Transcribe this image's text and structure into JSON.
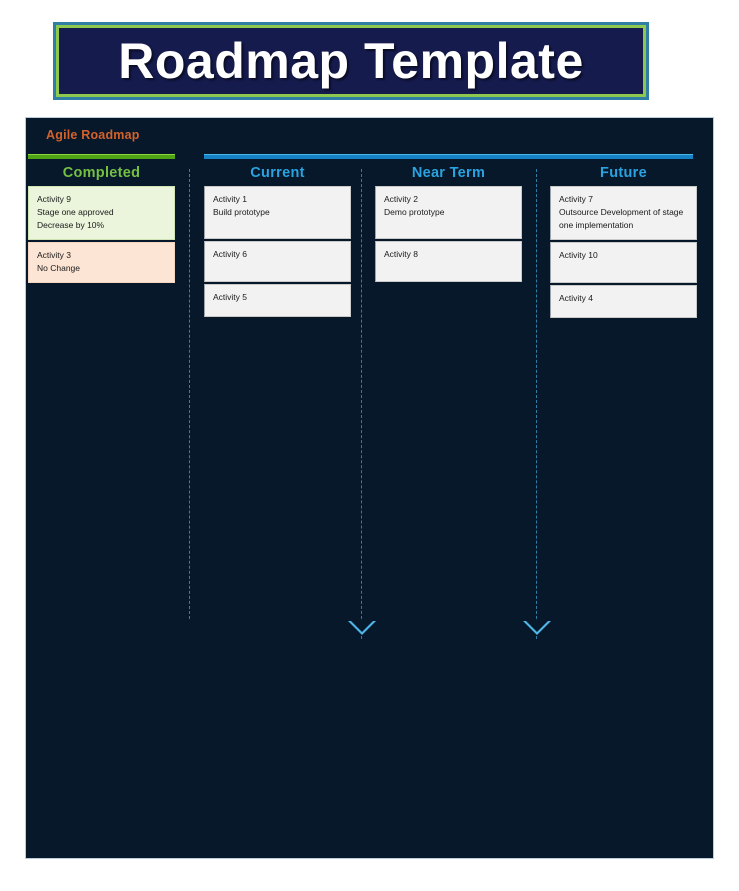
{
  "title": {
    "text": "Roadmap Template"
  },
  "board": {
    "label": "Agile Roadmap",
    "columns": [
      {
        "id": "completed",
        "header": "Completed",
        "accent": "#74c043",
        "cards": [
          {
            "style": "green",
            "lines": [
              "Activity 9",
              "Stage one approved",
              "Decrease by 10%"
            ]
          },
          {
            "style": "peach",
            "lines": [
              "Activity 3",
              "No Change"
            ]
          }
        ]
      },
      {
        "id": "current",
        "header": "Current",
        "accent": "#2aa3e0",
        "cards": [
          {
            "style": "plain",
            "lines": [
              "Activity 1",
              "Build prototype"
            ]
          },
          {
            "style": "plain",
            "lines": [
              "Activity 6"
            ]
          },
          {
            "style": "plain",
            "lines": [
              "Activity 5"
            ]
          }
        ]
      },
      {
        "id": "nearterm",
        "header": "Near Term",
        "accent": "#2aa3e0",
        "cards": [
          {
            "style": "plain",
            "lines": [
              "Activity 2",
              "Demo prototype"
            ]
          },
          {
            "style": "plain",
            "lines": [
              "Activity 8"
            ]
          }
        ]
      },
      {
        "id": "future",
        "header": "Future",
        "accent": "#2aa3e0",
        "cards": [
          {
            "style": "plain",
            "lines": [
              "Activity 7",
              "Outsource Development of stage one implementation"
            ]
          },
          {
            "style": "plain",
            "lines": [
              "Activity 10"
            ]
          },
          {
            "style": "plain",
            "lines": [
              "Activity 4"
            ]
          }
        ]
      }
    ]
  }
}
